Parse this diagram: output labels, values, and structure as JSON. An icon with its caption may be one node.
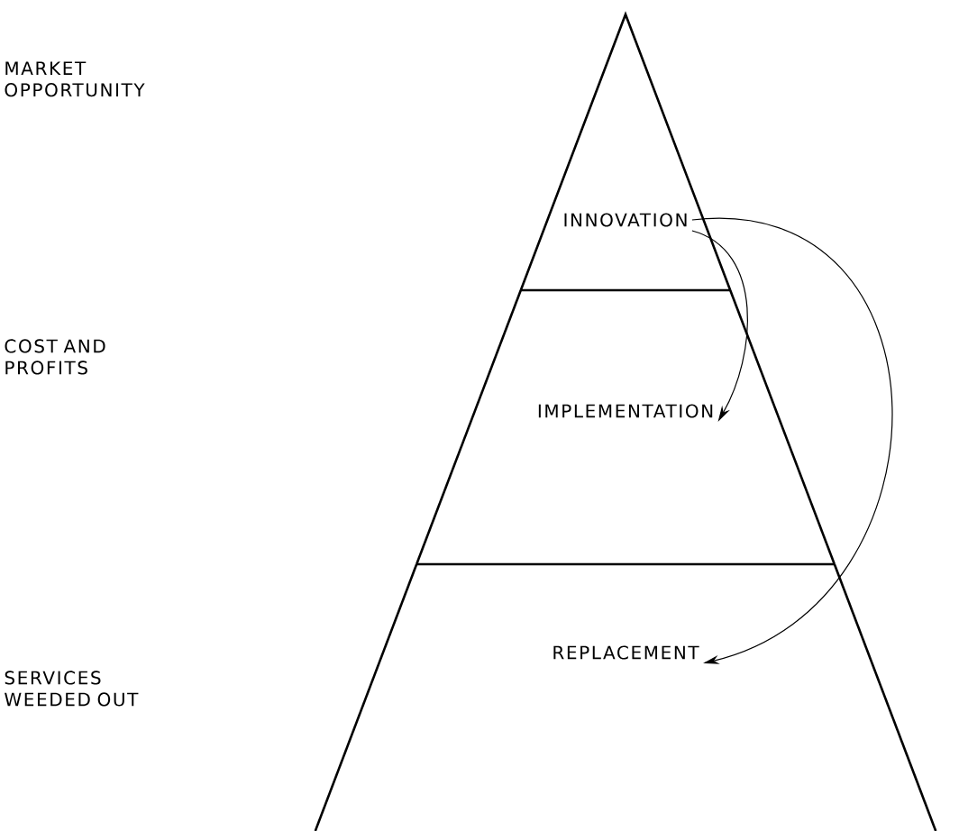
{
  "diagram": {
    "nodes": [
      {
        "text": [
          "INNOVATION"
        ]
      },
      {
        "text": [
          "IMPLEMENTATION"
        ]
      },
      {
        "text": [
          "REPLACEMENT"
        ]
      }
    ],
    "edges": [
      {
        "from": 0,
        "to": 1,
        "arrow": "to"
      },
      {
        "from": 0,
        "to": 2,
        "arrow": "to"
      }
    ],
    "labels": [
      "MARKET OPPORTUNITY",
      "COST AND PROFITS",
      "SERVICES WEEDED OUT"
    ]
  }
}
